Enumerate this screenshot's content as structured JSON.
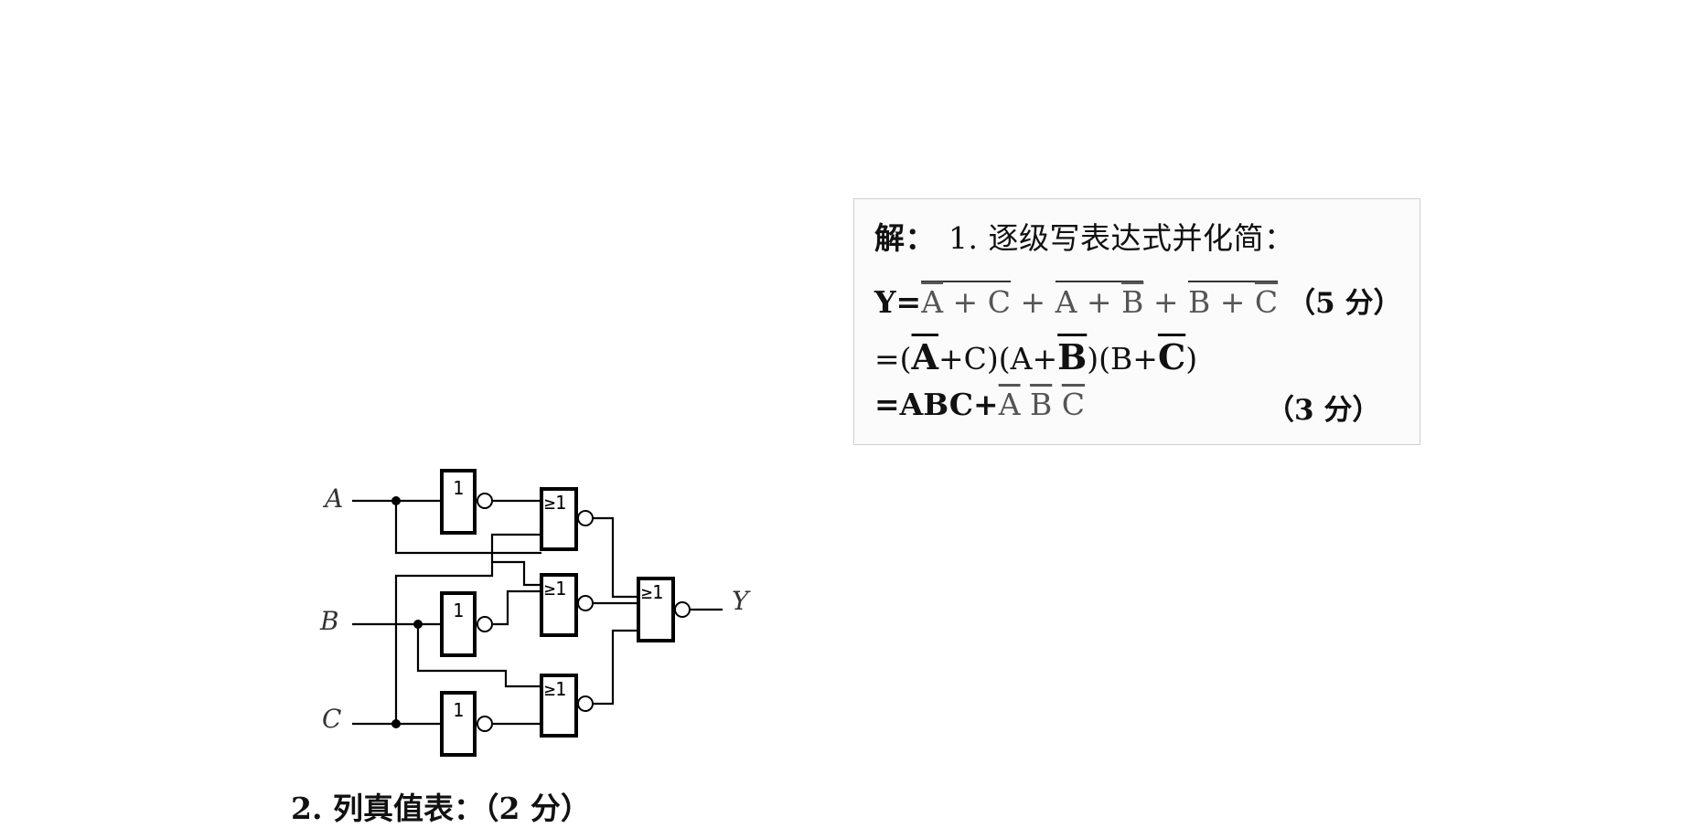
{
  "solution": {
    "heading_prefix": "解：",
    "heading_step": "1. 逐级写表达式并化简：",
    "eq1": {
      "lhs": "Y=",
      "t1": "A",
      "t1_tail": " + C",
      "plus1": " + ",
      "t2": "A + ",
      "t2_b": "B",
      "plus2": " + ",
      "t3": "B + ",
      "t3_c": "C",
      "score": "（5 分）"
    },
    "eq2": {
      "open": "=(",
      "a": "A",
      "rest1": "+C)(A+",
      "b": "B",
      "rest2": ")(B+",
      "c": "C",
      "close": ")"
    },
    "eq3": {
      "lhs": "=ABC+",
      "a": "A",
      "b": "B",
      "c": "C",
      "score": "（3 分）"
    }
  },
  "circuit": {
    "inputs": [
      "A",
      "B",
      "C"
    ],
    "output": "Y",
    "not_gate_label": "1",
    "nor_gate_label": "≥1"
  },
  "truth_table": {
    "heading": "2. 列真值表：（2 分）"
  }
}
